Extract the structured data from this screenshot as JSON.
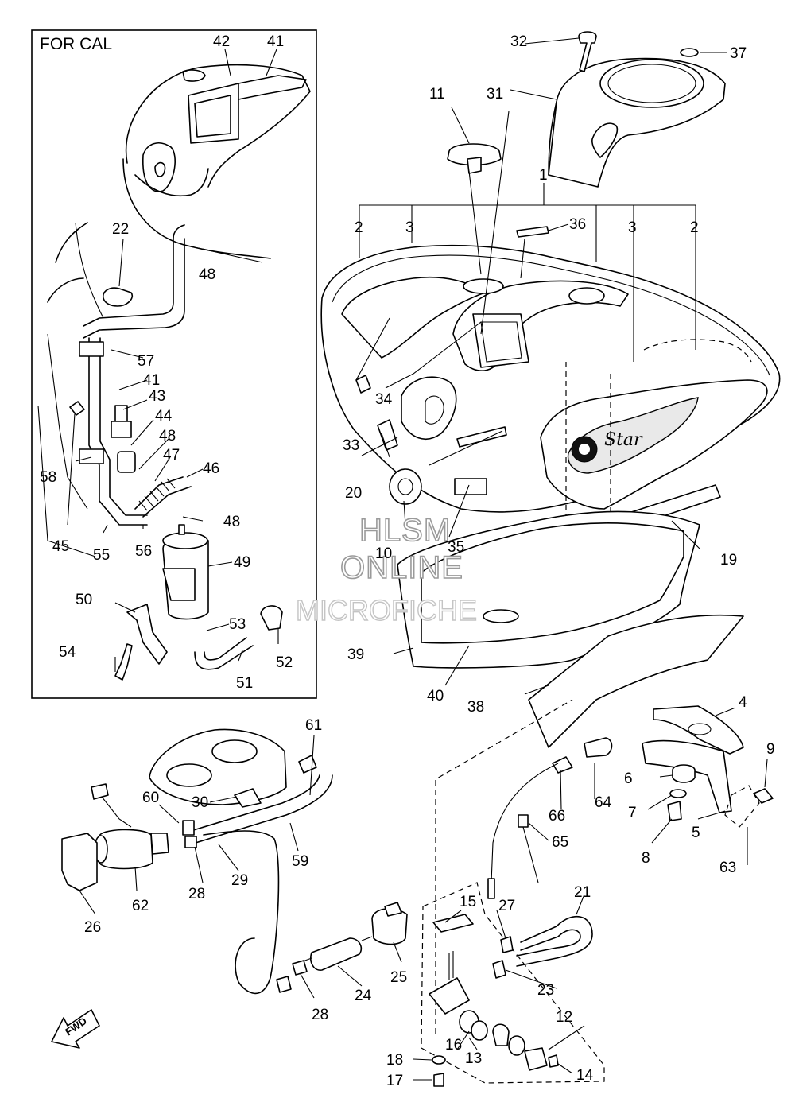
{
  "inset_title": "FOR CAL",
  "watermark": {
    "line1": "HLSM",
    "line2": "ONLINE",
    "line3": "MICROFICHE"
  },
  "direction_badge": "FWD",
  "tank_logo": "Star",
  "callouts": {
    "c1": "1",
    "c2a": "2",
    "c2b": "2",
    "c3a": "3",
    "c3b": "3",
    "c4": "4",
    "c5": "5",
    "c6": "6",
    "c7": "7",
    "c8": "8",
    "c9": "9",
    "c10": "10",
    "c11": "11",
    "c12": "12",
    "c13": "13",
    "c14": "14",
    "c15": "15",
    "c16": "16",
    "c17": "17",
    "c18": "18",
    "c19": "19",
    "c20": "20",
    "c21": "21",
    "c22": "22",
    "c23": "23",
    "c24": "24",
    "c25": "25",
    "c26": "26",
    "c27": "27",
    "c28a": "28",
    "c28b": "28",
    "c29": "29",
    "c30": "30",
    "c31": "31",
    "c32": "32",
    "c33": "33",
    "c34": "34",
    "c35": "35",
    "c36": "36",
    "c37": "37",
    "c38": "38",
    "c39": "39",
    "c40": "40",
    "c41a": "41",
    "c41b": "41",
    "c42": "42",
    "c43": "43",
    "c44": "44",
    "c45": "45",
    "c46": "46",
    "c47": "47",
    "c48a": "48",
    "c48b": "48",
    "c48c": "48",
    "c49": "49",
    "c50": "50",
    "c51": "51",
    "c52": "52",
    "c53": "53",
    "c54": "54",
    "c55": "55",
    "c56": "56",
    "c57": "57",
    "c58": "58",
    "c59": "59",
    "c60": "60",
    "c61": "61",
    "c62": "62",
    "c63": "63",
    "c64": "64",
    "c65": "65",
    "c66": "66"
  }
}
